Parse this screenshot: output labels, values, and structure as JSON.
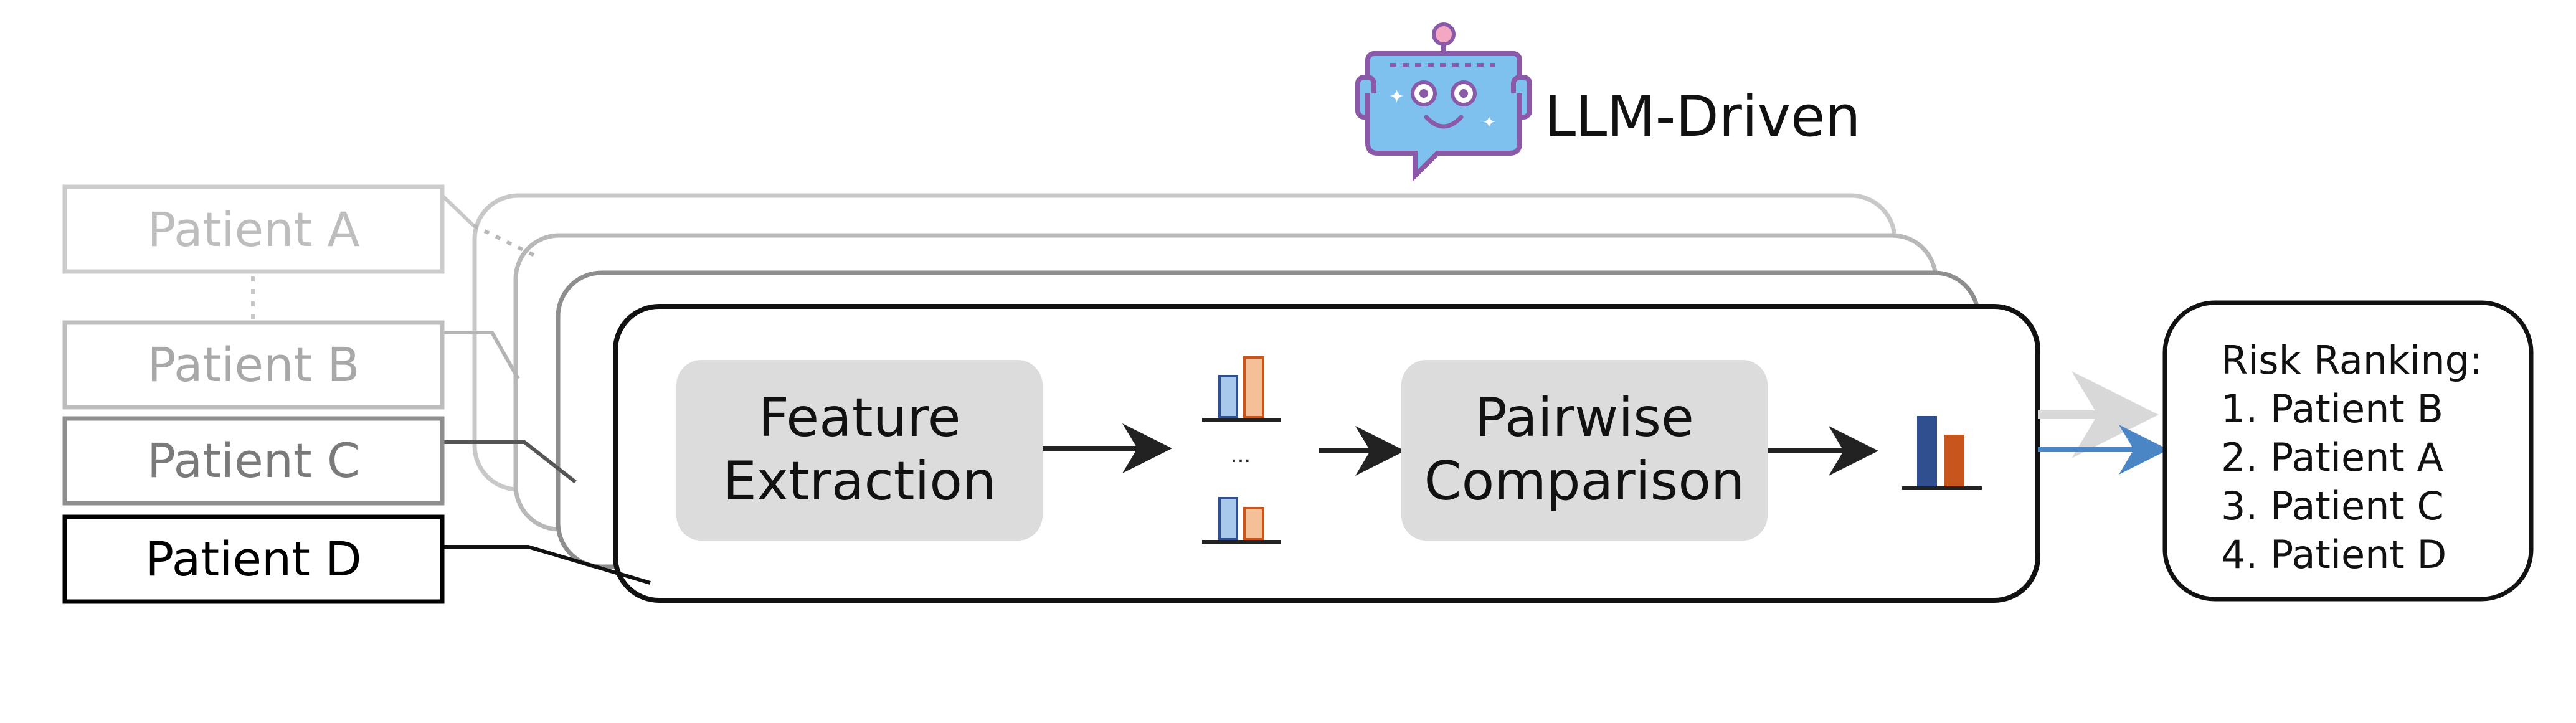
{
  "llm_badge": {
    "label": "LLM-Driven",
    "icon": "robot-chat-icon"
  },
  "patients": [
    {
      "label": "Patient A",
      "color": "#c8c8c8"
    },
    {
      "label": "Patient B",
      "color": "#b4b4b4"
    },
    {
      "label": "Patient C",
      "color": "#8e8e8e"
    },
    {
      "label": "Patient D",
      "color": "#000000"
    }
  ],
  "pipeline": {
    "feature_extraction": {
      "line1": "Feature",
      "line2": "Extraction"
    },
    "ellipsis": "...",
    "pairwise_comparison": {
      "line1": "Pairwise",
      "line2": "Comparison"
    },
    "block_fill": "#dcdcdc"
  },
  "risk_ranking": {
    "title": "Risk Ranking:",
    "items": [
      "1. Patient B",
      "2. Patient A",
      "3. Patient C",
      "4. Patient D"
    ]
  },
  "colors": {
    "bar_blue": "#a9c9ec",
    "bar_orange": "#f5bf97",
    "score_blue": "#2f4f8f",
    "score_orange": "#c8561c",
    "arrow_blue": "#4a86c5",
    "arrow_gray": "#d8d8d8"
  }
}
